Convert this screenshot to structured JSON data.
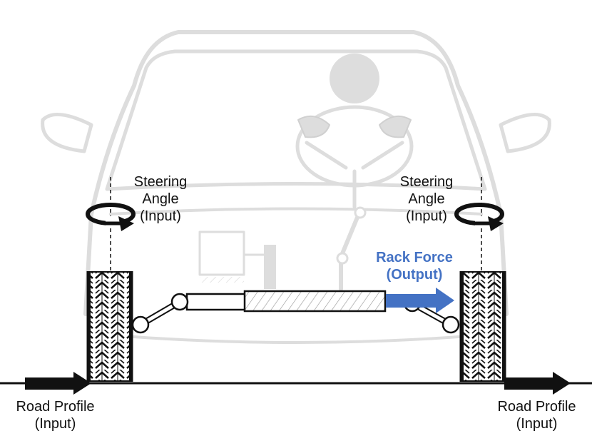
{
  "labels": {
    "steering_left": {
      "line1": "Steering",
      "line2": "Angle",
      "line3": "(Input)"
    },
    "steering_right": {
      "line1": "Steering",
      "line2": "Angle",
      "line3": "(Input)"
    },
    "rack_force": {
      "line1": "Rack Force",
      "line2": "(Output)"
    },
    "road_left": {
      "line1": "Road Profile",
      "line2": "(Input)"
    },
    "road_right": {
      "line1": "Road Profile",
      "line2": "(Input)"
    }
  },
  "colors": {
    "background": "#ffffff",
    "car_outline": "#d9d9d9",
    "ink": "#111111",
    "rack_force_arrow": "#4472c4",
    "rack_force_text": "#4472c4"
  },
  "icons": {
    "steering_rotation_left": "curved-rotation-arrow-icon",
    "steering_rotation_right": "curved-rotation-arrow-icon",
    "road_arrow_left": "right-arrow-icon",
    "road_arrow_right": "right-arrow-icon",
    "rack_force_arrow": "right-arrow-icon"
  }
}
